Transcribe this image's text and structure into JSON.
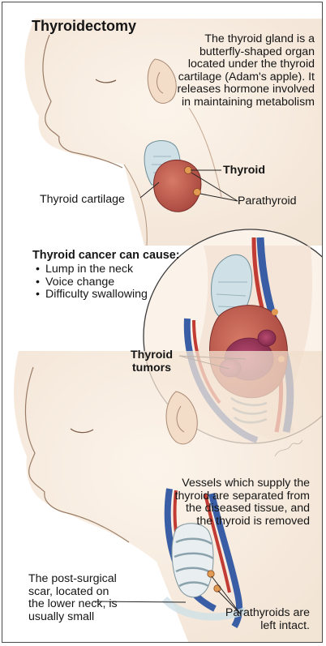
{
  "title": "Thyroidectomy",
  "intro": "The thyroid gland is a butterfly-shaped organ located under the thyroid cartilage (Adam's apple). It releases hormone involved in maintaining metabolism",
  "labels": {
    "thyroid": "Thyroid",
    "thyroid_cartilage": "Thyroid cartilage",
    "parathyroid": "Parathyroid",
    "thyroid_tumors": "Thyroid tumors",
    "vessels": "Vessels which supply the thyroid are separated from the diseased tissue, and the thyroid is removed",
    "scar": "The post-surgical scar, located on the lower neck, is usually small",
    "parathyroids_intact": "Parathyroids are left intact."
  },
  "cancer": {
    "heading": "Thyroid cancer can cause:",
    "items": [
      "Lump in the neck",
      "Voice change",
      "Difficulty swallowing"
    ]
  },
  "colors": {
    "skin": "#f6e6d6",
    "skin_shade": "#ead2bd",
    "outline": "#8a6a55",
    "thyroid_red": "#b65048",
    "tumor_magenta": "#9a3058",
    "cartilage_blue": "#c9dce2",
    "vein_blue": "#3a5ea6",
    "artery_red": "#c23c34",
    "frame": "#4a4a4a"
  }
}
